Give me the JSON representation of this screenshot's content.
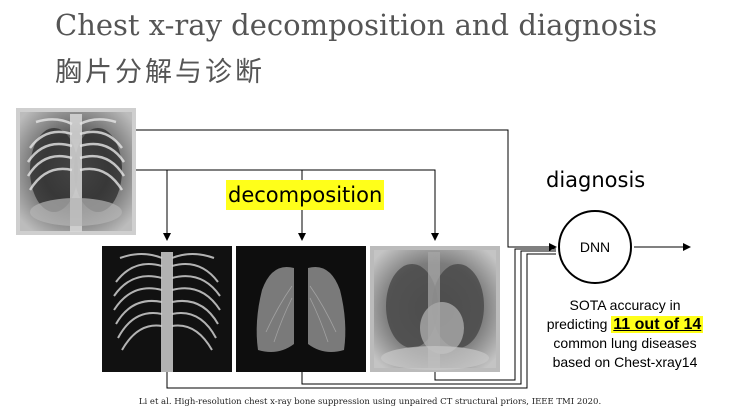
{
  "slide": {
    "title": "Chest x-ray decomposition and diagnosis",
    "subtitle": "胸片分解与诊断",
    "decomposition_label": "decomposition",
    "diagnosis_label": "diagnosis",
    "dnn_label": "DNN",
    "caption": {
      "line1": "SOTA accuracy in",
      "line2_prefix": "predicting",
      "line2_highlight": "11 out of 14",
      "line3": "common lung diseases",
      "line4": "based on Chest-xray14"
    },
    "citation": "Li et al. High-resolution chest x-ray bone suppression using unpaired CT structural priors, IEEE TMI 2020."
  },
  "images": {
    "input": "chest-xray-input",
    "bone": "bone-component",
    "lung": "lung-component",
    "soft_tissue": "soft-tissue-component"
  }
}
